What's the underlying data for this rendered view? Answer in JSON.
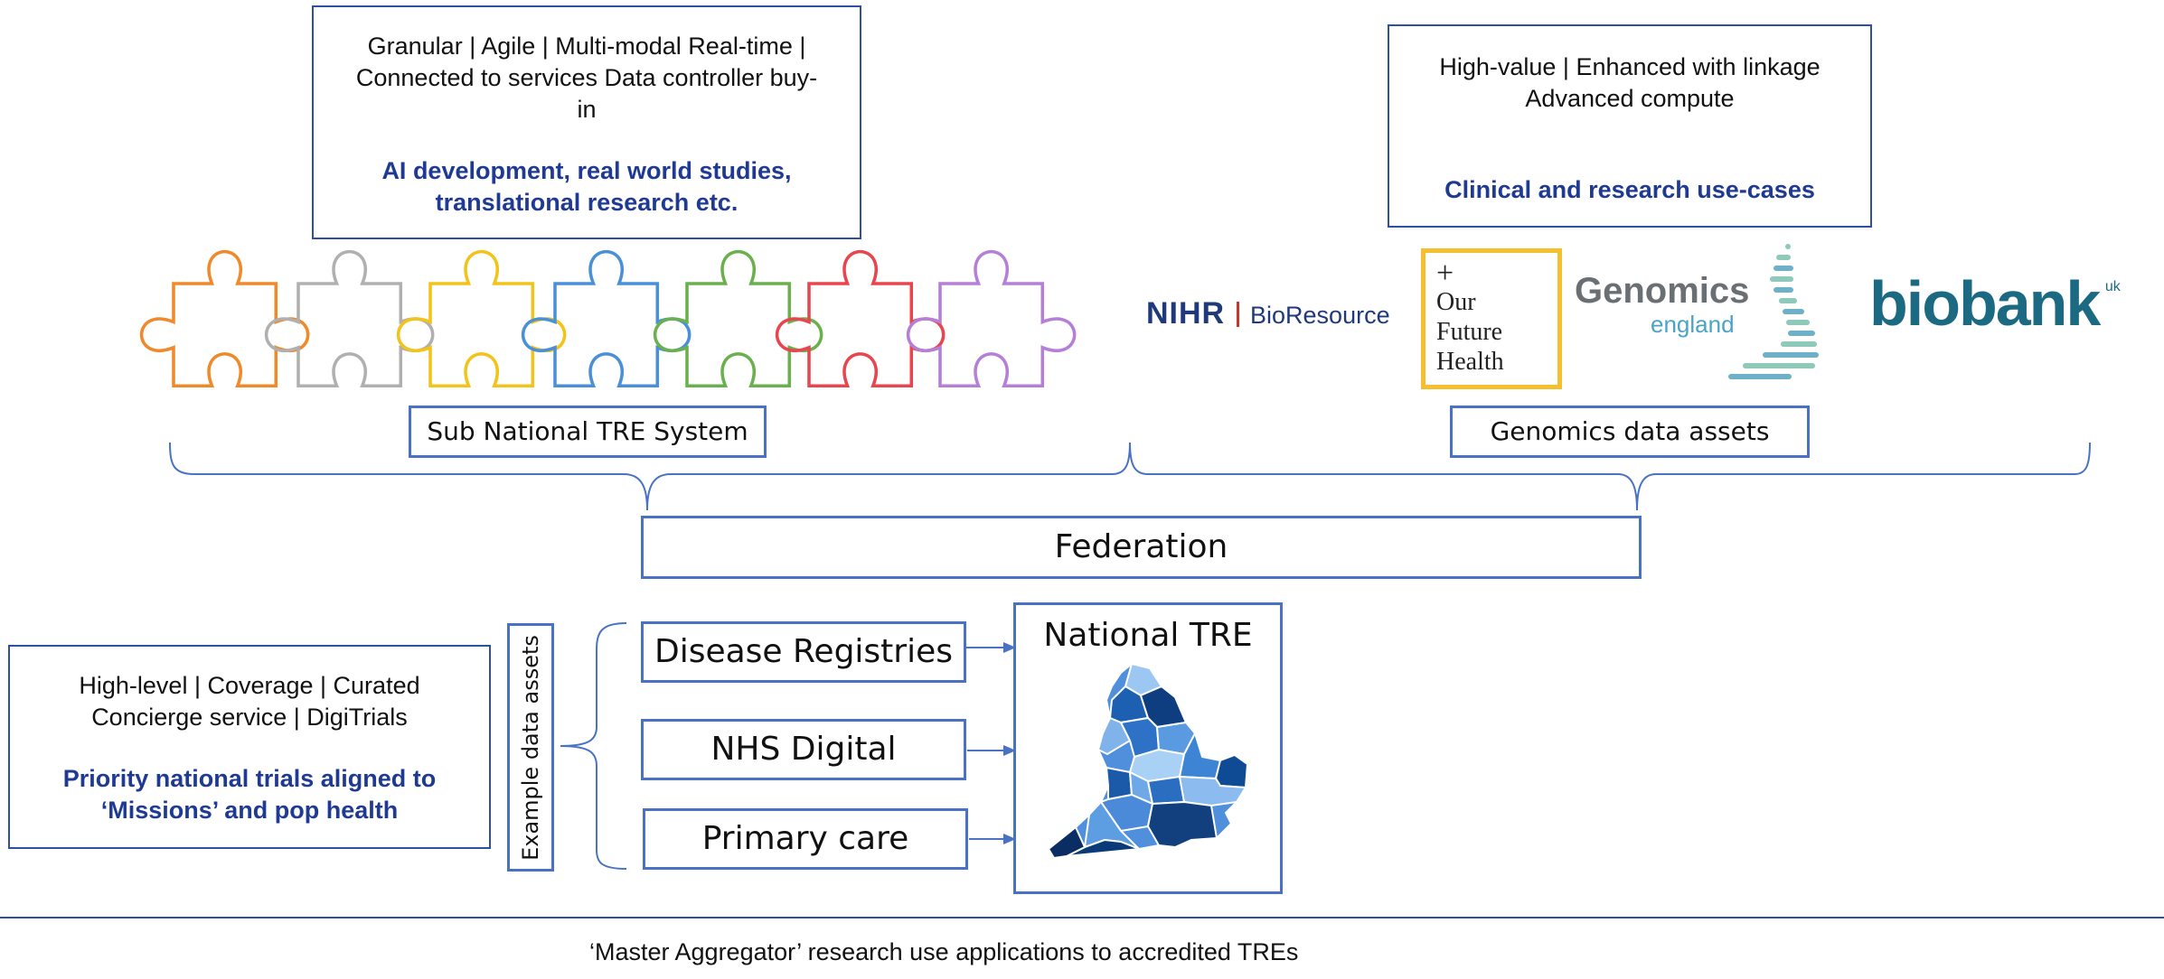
{
  "top_left_box": {
    "line1": "Granular | Agile | Multi-modal  Real-time |",
    "line2": "Connected to services  Data controller buy-",
    "line3": "in",
    "highlight1": "AI development, real world studies,",
    "highlight2": "translational research etc."
  },
  "top_right_box": {
    "line1": "High-value | Enhanced with linkage",
    "line2": "Advanced compute",
    "highlight": "Clinical and research use-cases"
  },
  "logos": {
    "nihr_left": "NIHR",
    "nihr_right": "BioResource",
    "ofh_plus": "+",
    "ofh_line1": "Our",
    "ofh_line2": "Future",
    "ofh_line3": "Health",
    "genomics_title": "Genomics",
    "genomics_sub": "england",
    "biobank": "biobank",
    "biobank_sup": "uk"
  },
  "sub_national_label": "Sub National TRE System",
  "genomics_assets_label": "Genomics data assets",
  "federation_label": "Federation",
  "bottom_left_box": {
    "line1": "High-level | Coverage | Curated",
    "line2": "Concierge service | DigiTrials",
    "highlight1": "Priority national trials aligned to",
    "highlight2": "‘Missions’ and pop health"
  },
  "example_assets_label": "Example data assets",
  "assets": [
    "Disease Registries",
    "NHS Digital",
    "Primary care"
  ],
  "national_tre_label": "National TRE",
  "footer_text": "‘Master Aggregator’ research use applications to accredited TREs",
  "colors": {
    "accent_blue": "#1f3a93",
    "box_border": "#2f4fa0",
    "puzzle": [
      "#f0892a",
      "#b0b0b0",
      "#f2c318",
      "#4a90d9",
      "#6ab04c",
      "#e8454f",
      "#b57fd8"
    ]
  }
}
